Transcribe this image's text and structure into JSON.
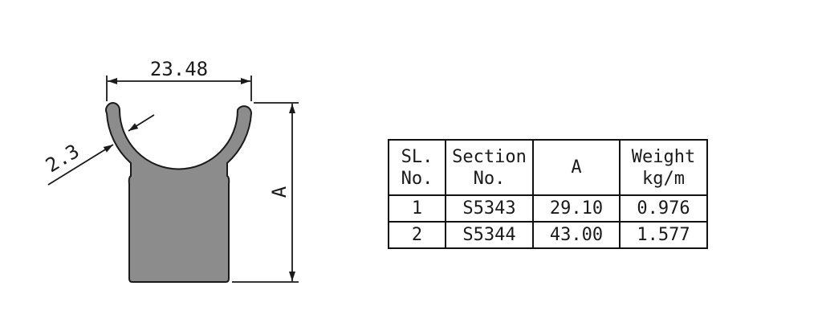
{
  "drawing": {
    "width_dimension": "23.48",
    "thickness_dimension": "2.3",
    "height_dimension": "A",
    "profile_fill": "#8c8c8c",
    "line_color": "#1a1a1a"
  },
  "table": {
    "headers": [
      {
        "line1": "SL.",
        "line2": "No."
      },
      {
        "line1": "Section",
        "line2": "No."
      },
      {
        "line1": "A",
        "line2": ""
      },
      {
        "line1": "Weight",
        "line2": "kg/m"
      }
    ],
    "rows": [
      [
        "1",
        "S5343",
        "29.10",
        "0.976"
      ],
      [
        "2",
        "S5344",
        "43.00",
        "1.577"
      ]
    ]
  }
}
